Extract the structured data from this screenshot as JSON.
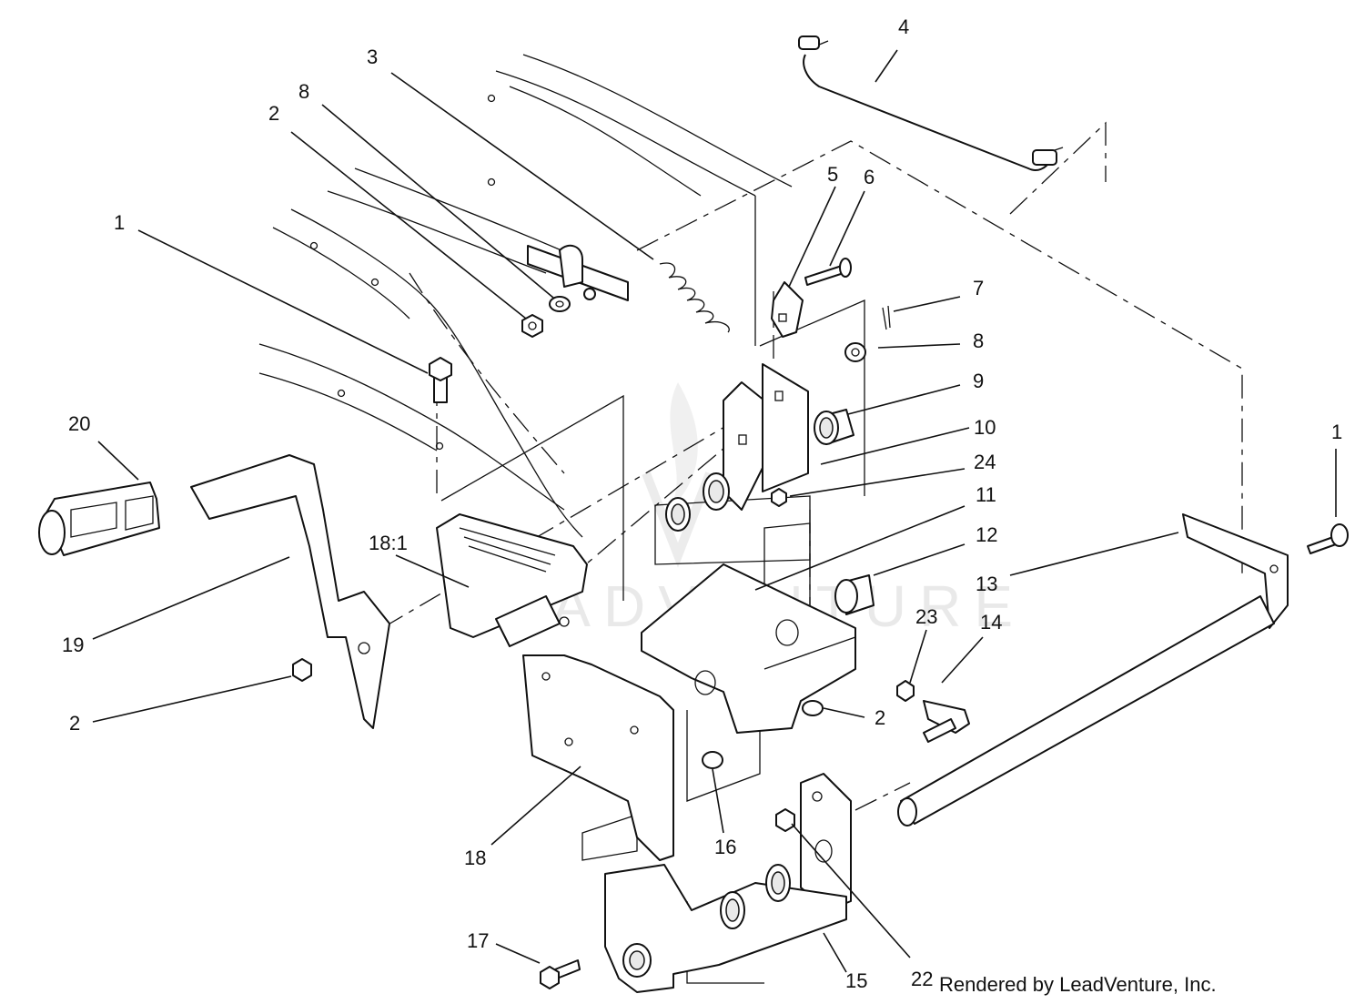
{
  "diagram": {
    "callouts": [
      {
        "id": "c1-left",
        "text": "1"
      },
      {
        "id": "c2-top",
        "text": "2"
      },
      {
        "id": "c3",
        "text": "3"
      },
      {
        "id": "c4",
        "text": "4"
      },
      {
        "id": "c5",
        "text": "5"
      },
      {
        "id": "c6",
        "text": "6"
      },
      {
        "id": "c7",
        "text": "7"
      },
      {
        "id": "c8-top",
        "text": "8"
      },
      {
        "id": "c8-right",
        "text": "8"
      },
      {
        "id": "c9",
        "text": "9"
      },
      {
        "id": "c10",
        "text": "10"
      },
      {
        "id": "c24",
        "text": "24"
      },
      {
        "id": "c11",
        "text": "11"
      },
      {
        "id": "c12",
        "text": "12"
      },
      {
        "id": "c13",
        "text": "13"
      },
      {
        "id": "c1-right",
        "text": "1"
      },
      {
        "id": "c20",
        "text": "20"
      },
      {
        "id": "c18-1",
        "text": "18:1"
      },
      {
        "id": "c19",
        "text": "19"
      },
      {
        "id": "c2-left",
        "text": "2"
      },
      {
        "id": "c23",
        "text": "23"
      },
      {
        "id": "c14",
        "text": "14"
      },
      {
        "id": "c2-right",
        "text": "2"
      },
      {
        "id": "c18",
        "text": "18"
      },
      {
        "id": "c16",
        "text": "16"
      },
      {
        "id": "c17",
        "text": "17"
      },
      {
        "id": "c15",
        "text": "15"
      },
      {
        "id": "c22",
        "text": "22"
      }
    ],
    "footer": "Rendered by LeadVenture, Inc.",
    "watermark": "LEADVENTURE"
  }
}
